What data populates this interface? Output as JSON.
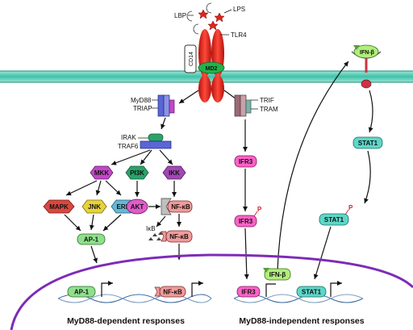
{
  "receptor": {
    "lbp": "LBP",
    "lps": "LPS",
    "tlr4": "TLR4",
    "cd14": "CD14",
    "md2": "MD2"
  },
  "myd88_branch": {
    "myd88": "MyD88",
    "triap": "TRIAP",
    "irak": "IRAK",
    "traf6": "TRAF6",
    "mkk": "MKK",
    "pi3k": "PI3K",
    "ikk": "IKK",
    "mapk": "MAPK",
    "jnk": "JNK",
    "erk": "ERK",
    "akt": "AKT",
    "nfkb": "NF-κB",
    "ikb": "IκB",
    "nfkb2": "NF-κB",
    "ap1": "AP-1",
    "ap1_dna": "AP-1",
    "nfkb_dna": "NF-κB"
  },
  "trif_branch": {
    "trif": "TRIF",
    "tram": "TRAM",
    "ifr3_a": "IFR3",
    "ifr3_b": "IFR3",
    "ifr3_dna": "IFR3",
    "p_ifr3": "P",
    "ifnb_dna": "IFN-β",
    "ifnb_receptor": "IFN-β",
    "stat1_a": "STAT1",
    "stat1_b": "STAT1",
    "stat1_dna": "STAT1",
    "p_stat1": "P"
  },
  "footer": {
    "dependent": "MyD88-dependent responses",
    "independent": "MyD88-independent responses"
  },
  "colors": {
    "membrane": "#3fc1a9",
    "tlr4": "#e0241b",
    "md2": "#22b24c",
    "myd88": "#5a66d6",
    "trif": "#9a6b75",
    "mkk": "#c347c9",
    "pi3k": "#2aa36a",
    "ikk": "#a247b4",
    "mapk": "#d8483f",
    "jnk": "#e8d23a",
    "erk": "#66b8d6",
    "ap1": "#8fe08c",
    "nfkb": "#f29a9a",
    "akt": "#e05cc8",
    "ifr3": "#ff62c7",
    "stat1": "#5ed7c8",
    "ifnb": "#b0ee7a",
    "nucleus": "#7d2bb8"
  }
}
